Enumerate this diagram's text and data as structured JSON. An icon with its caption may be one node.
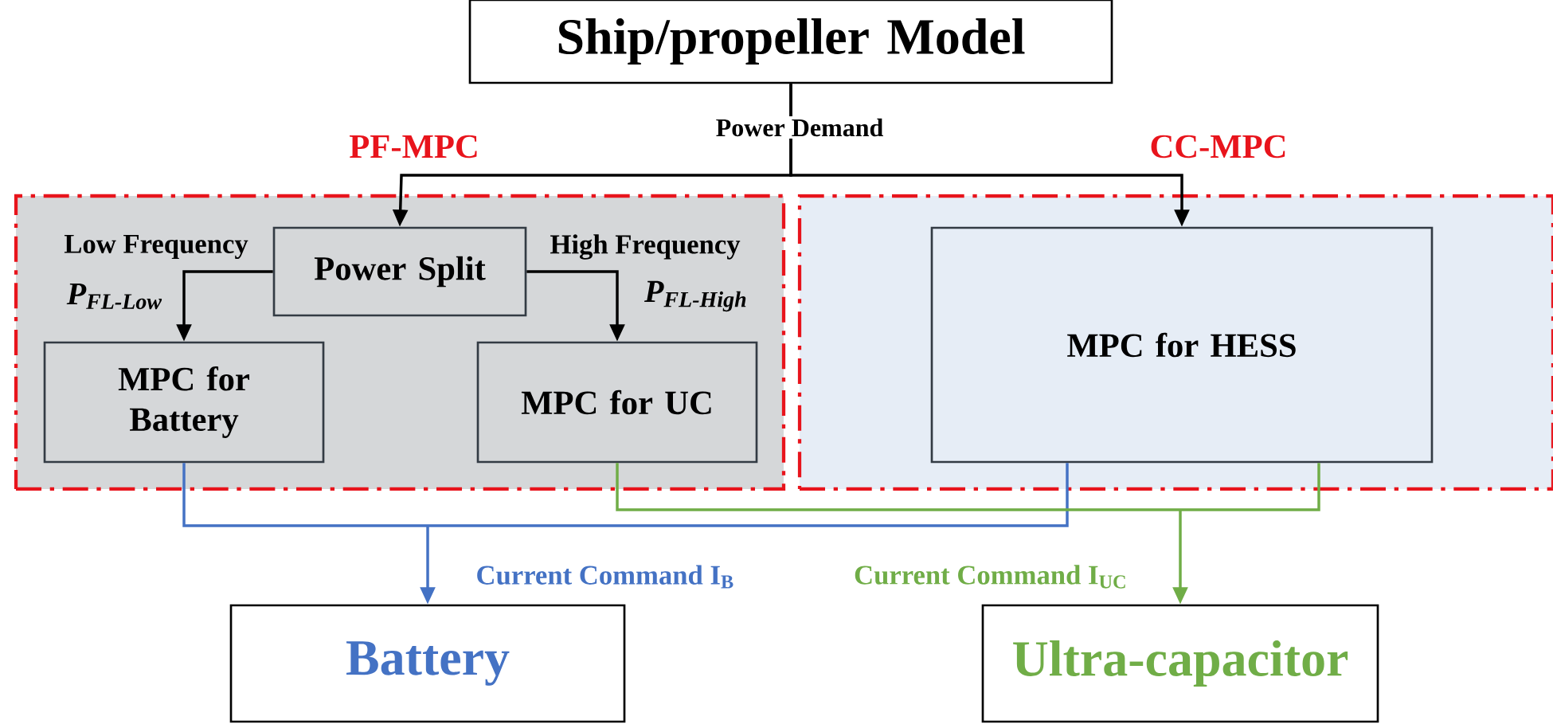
{
  "diagram": {
    "nodes": [
      {
        "text": [
          "Ship/propeller Model"
        ]
      },
      {
        "text": [
          "PF-MPC"
        ]
      },
      {
        "text": [
          "CC-MPC"
        ]
      },
      {
        "text": [
          "Power Split"
        ],
        "in": 1
      },
      {
        "text": [
          "MPC for Battery"
        ],
        "in": 1
      },
      {
        "text": [
          "MPC for UC"
        ],
        "in": 1
      },
      {
        "text": [
          "MPC for HESS"
        ],
        "in": 2
      },
      {
        "text": [
          "Battery"
        ]
      },
      {
        "text": [
          "Ultra-capacitor"
        ]
      }
    ],
    "edges": [
      {
        "from": 0,
        "to": 3,
        "arrow": "to",
        "label": "Power Demand"
      },
      {
        "from": 0,
        "to": 6,
        "arrow": "to"
      },
      {
        "from": 3,
        "to": 4,
        "arrow": "to",
        "label": "P$_{FL-Low}$"
      },
      {
        "from": 3,
        "to": 5,
        "arrow": "to",
        "label": "P$_{FL-High}$"
      },
      {
        "from": 4,
        "to": 7,
        "arrow": "to",
        "color": "#4472c4",
        "label": "Current Command I$_{B}$"
      },
      {
        "from": 6,
        "to": 7,
        "arrow": "to",
        "color": "#4472c4"
      },
      {
        "from": 5,
        "to": 8,
        "arrow": "to",
        "color": "#70ad47",
        "label": "Current Command I$_{UC}$"
      },
      {
        "from": 6,
        "to": 8,
        "arrow": "to",
        "color": "#70ad47"
      }
    ],
    "labels": [
      "Low Frequency",
      "High Frequency"
    ]
  }
}
